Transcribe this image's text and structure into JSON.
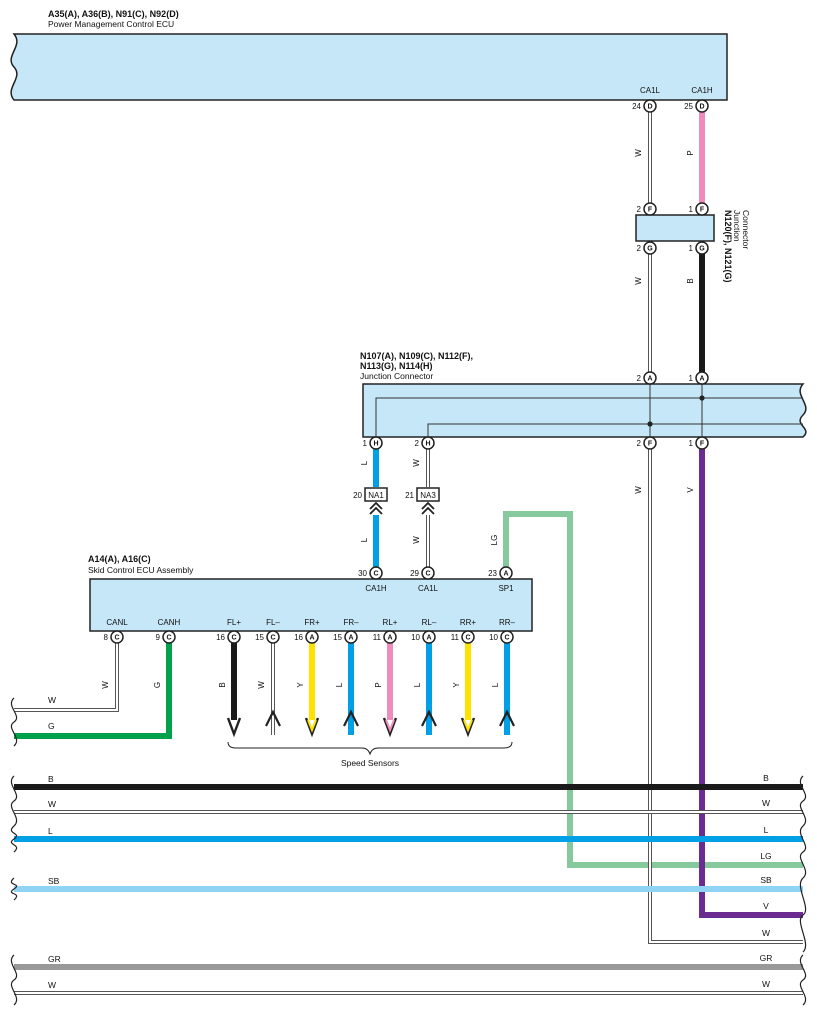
{
  "colors": {
    "W": "#ffffff",
    "P": "#f08cbd",
    "B": "#1a1a1a",
    "L": "#00a0e6",
    "V": "#6a2c91",
    "LG": "#86c99d",
    "G": "#00a14b",
    "Y": "#ffe100",
    "SB": "#8fd3f5",
    "GR": "#999999",
    "component": "#c6e7f8"
  },
  "pmecu": {
    "title": "A35(A), A36(B), N91(C), N92(D)",
    "subtitle": "Power Management Control ECU",
    "pins": [
      {
        "sig": "CA1L",
        "num": "24",
        "letter": "D"
      },
      {
        "sig": "CA1H",
        "num": "25",
        "letter": "D"
      }
    ]
  },
  "jc_small": {
    "title": "N120(F), N121(G)",
    "subtitle_lines": [
      "Junction",
      "Connector"
    ],
    "top_pins": [
      {
        "num": "2",
        "letter": "F"
      },
      {
        "num": "1",
        "letter": "F"
      }
    ],
    "bottom_pins": [
      {
        "num": "2",
        "letter": "G"
      },
      {
        "num": "1",
        "letter": "G"
      }
    ]
  },
  "jc_large": {
    "title_lines": [
      "N107(A), N109(C), N112(F),",
      "N113(G), N114(H)"
    ],
    "subtitle": "Junction Connector",
    "top_pins": [
      {
        "num": "2",
        "letter": "A"
      },
      {
        "num": "1",
        "letter": "A"
      }
    ],
    "bottom_pins": [
      {
        "num": "1",
        "letter": "H"
      },
      {
        "num": "2",
        "letter": "H"
      },
      {
        "num": "2",
        "letter": "F"
      },
      {
        "num": "1",
        "letter": "F"
      }
    ]
  },
  "inline_connectors": [
    {
      "num": "20",
      "label": "NA1"
    },
    {
      "num": "21",
      "label": "NA3"
    }
  ],
  "skid": {
    "title": "A14(A), A16(C)",
    "subtitle": "Skid Control ECU Assembly",
    "top_pins": [
      {
        "num": "30",
        "letter": "C",
        "sig": "CA1H"
      },
      {
        "num": "29",
        "letter": "C",
        "sig": "CA1L"
      },
      {
        "num": "23",
        "letter": "A",
        "sig": "SP1"
      }
    ],
    "bottom_pins": [
      {
        "sig": "CANL",
        "num": "8",
        "letter": "C",
        "wire": "W"
      },
      {
        "sig": "CANH",
        "num": "9",
        "letter": "C",
        "wire": "G"
      },
      {
        "sig": "FL+",
        "num": "16",
        "letter": "C",
        "wire": "B"
      },
      {
        "sig": "FL–",
        "num": "15",
        "letter": "C",
        "wire": "W"
      },
      {
        "sig": "FR+",
        "num": "16",
        "letter": "A",
        "wire": "Y"
      },
      {
        "sig": "FR–",
        "num": "15",
        "letter": "A",
        "wire": "L"
      },
      {
        "sig": "RL+",
        "num": "11",
        "letter": "A",
        "wire": "P"
      },
      {
        "sig": "RL–",
        "num": "10",
        "letter": "A",
        "wire": "L"
      },
      {
        "sig": "RR+",
        "num": "11",
        "letter": "C",
        "wire": "Y"
      },
      {
        "sig": "RR–",
        "num": "10",
        "letter": "C",
        "wire": "L"
      }
    ],
    "speed_sensors": "Speed Sensors"
  },
  "wire_labels": {
    "ca1l_top": "W",
    "ca1h_top": "P",
    "ca1l_mid": "W",
    "ca1h_mid": "B",
    "l_upper": "L",
    "w_upper": "W",
    "l_lower": "L",
    "w_lower": "W",
    "sp1": "LG",
    "ca1l_down": "W",
    "ca1h_down": "V",
    "canl_left": "W",
    "canh_left": "G"
  },
  "buses": [
    {
      "left": "B",
      "right": "B",
      "color": "B"
    },
    {
      "left": "W",
      "right": "W",
      "color": "W"
    },
    {
      "left": "L",
      "right": "L",
      "color": "L"
    },
    {
      "left": "",
      "right": "LG",
      "color": "LG"
    },
    {
      "left": "SB",
      "right": "SB",
      "color": "SB"
    },
    {
      "left": "",
      "right": "V",
      "color": "V"
    },
    {
      "left": "",
      "right": "W",
      "color": "W"
    },
    {
      "left": "GR",
      "right": "GR",
      "color": "GR"
    },
    {
      "left": "W",
      "right": "W",
      "color": "W"
    }
  ]
}
